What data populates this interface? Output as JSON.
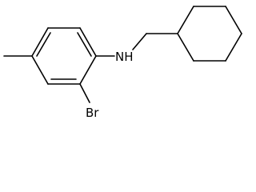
{
  "structure": {
    "atom_labels": {
      "amine": "NH",
      "halogen": "Br"
    },
    "bonds": [
      {
        "name": "ring-a-bond-c1-c2",
        "order": 1
      },
      {
        "name": "ring-a-bond-c2-c3",
        "order": 2
      },
      {
        "name": "ring-a-bond-c3-c4",
        "order": 1
      },
      {
        "name": "ring-a-bond-c4-c5",
        "order": 2
      },
      {
        "name": "ring-a-bond-c5-c6",
        "order": 1
      },
      {
        "name": "ring-a-bond-c6-c1",
        "order": 2
      },
      {
        "name": "methyl-bond",
        "order": 1
      },
      {
        "name": "c-br-bond",
        "order": 1
      },
      {
        "name": "c-n-bond",
        "order": 1
      },
      {
        "name": "n-ch2-bond",
        "order": 1
      },
      {
        "name": "ch2-cy-bond",
        "order": 1
      },
      {
        "name": "cyclohexyl-bond-1",
        "order": 1
      },
      {
        "name": "cyclohexyl-bond-2",
        "order": 1
      },
      {
        "name": "cyclohexyl-bond-3",
        "order": 1
      },
      {
        "name": "cyclohexyl-bond-4",
        "order": 1
      },
      {
        "name": "cyclohexyl-bond-5",
        "order": 1
      },
      {
        "name": "cyclohexyl-bond-6",
        "order": 1
      }
    ]
  }
}
